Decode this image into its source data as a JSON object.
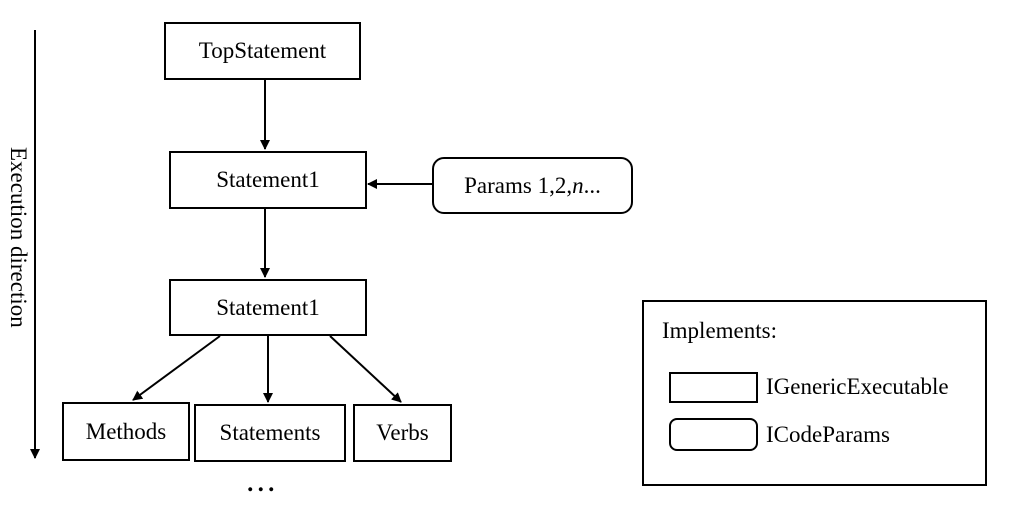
{
  "side_label": "Execution direction",
  "nodes": {
    "top": "TopStatement",
    "stmt1": "Statement1",
    "stmt2": "Statement1",
    "methods": "Methods",
    "statements": "Statements",
    "verbs": "Verbs"
  },
  "params": {
    "prefix": "Params 1,2,",
    "italic": "n",
    "suffix": "..."
  },
  "ellipsis": "...",
  "legend": {
    "title": "Implements:",
    "items": [
      {
        "shape": "rectangle",
        "label": "IGenericExecutable"
      },
      {
        "shape": "rounded-rectangle",
        "label": "ICodeParams"
      }
    ]
  }
}
